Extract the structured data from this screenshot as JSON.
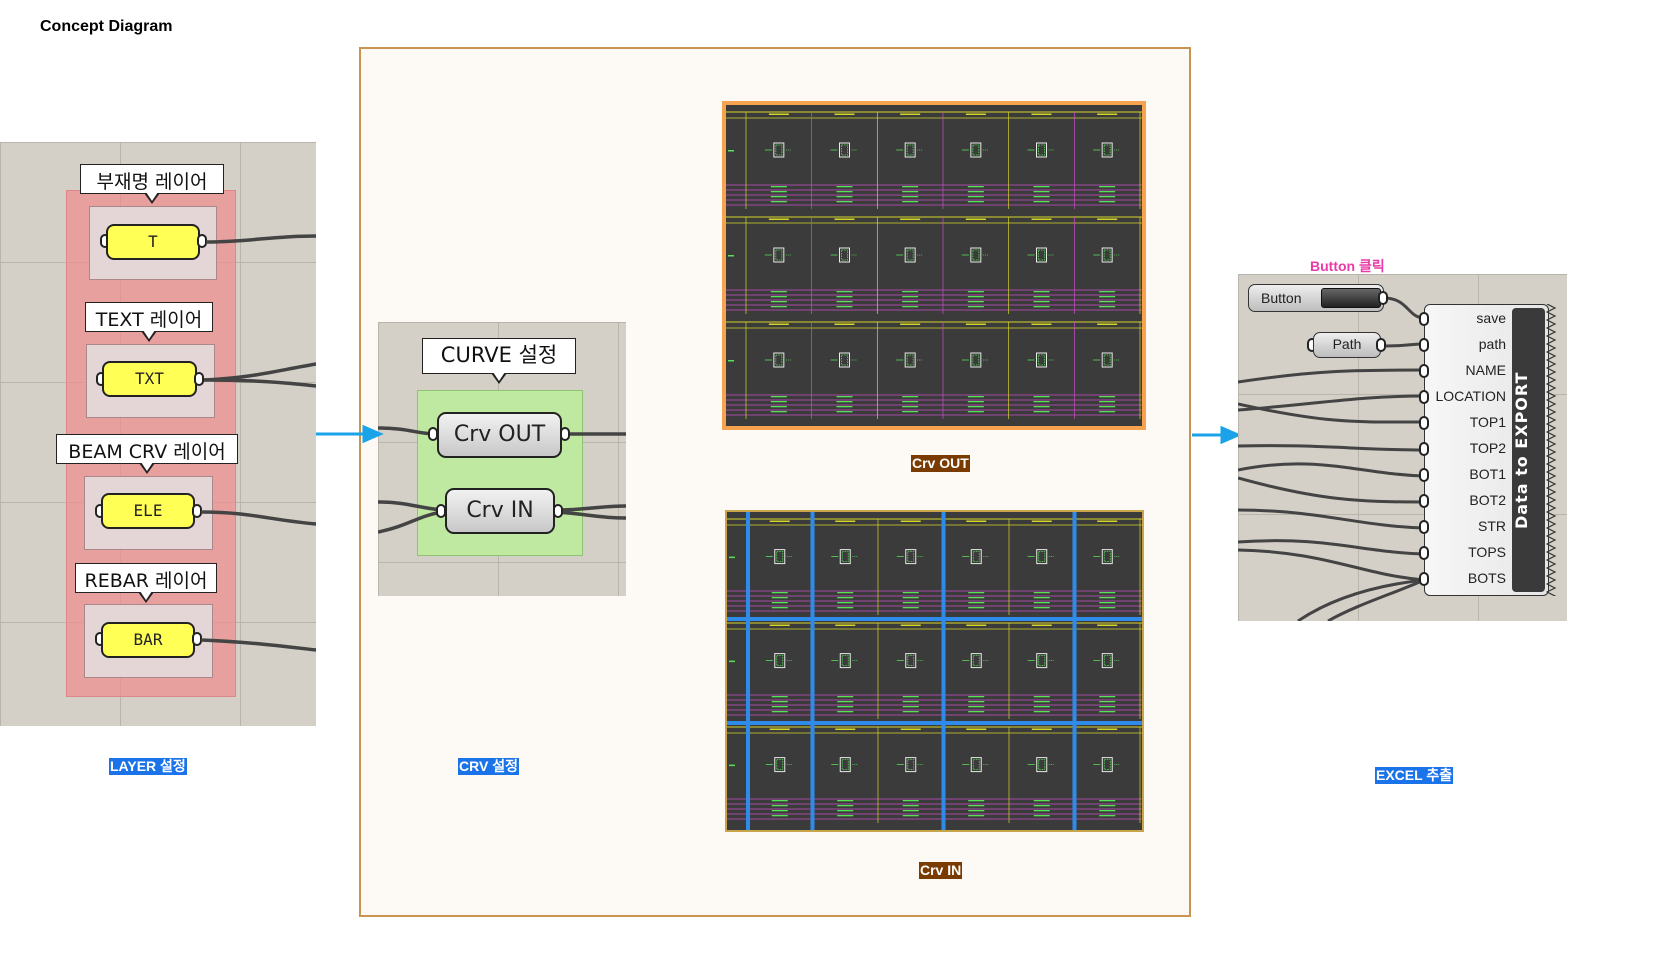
{
  "title": "Concept Diagram",
  "layer_panel": {
    "caption": "LAYER 설정",
    "components": [
      {
        "bubble": "부재명 레이어",
        "value": "T"
      },
      {
        "bubble": "TEXT 레이어",
        "value": "TXT"
      },
      {
        "bubble": "BEAM CRV 레이어",
        "value": "ELE"
      },
      {
        "bubble": "REBAR 레이어",
        "value": "BAR"
      }
    ]
  },
  "crv_panel": {
    "caption": "CRV 설정",
    "bubble": "CURVE 설정",
    "crv_out": "Crv OUT",
    "crv_in": "Crv IN"
  },
  "drawings": {
    "out_label": "Crv OUT",
    "in_label": "Crv IN"
  },
  "excel_panel": {
    "caption": "EXCEL 추출",
    "hint": "Button 클릭",
    "button_label": "Button",
    "path_label": "Path",
    "component_title": "Data to EXPORT",
    "inputs": [
      "save",
      "path",
      "NAME",
      "LOCATION",
      "TOP1",
      "TOP2",
      "BOT1",
      "BOT2",
      "STR",
      "TOPS",
      "BOTS"
    ]
  },
  "colors": {
    "arrow": "#1aa3e8",
    "frame_border": "#c8944e",
    "highlight_orange": "#f6a24f",
    "split_blue": "#2f8bea",
    "caption_blue": "#1a73e8",
    "caption_brown": "#7a3b00",
    "hint_pink": "#e83ca8"
  }
}
